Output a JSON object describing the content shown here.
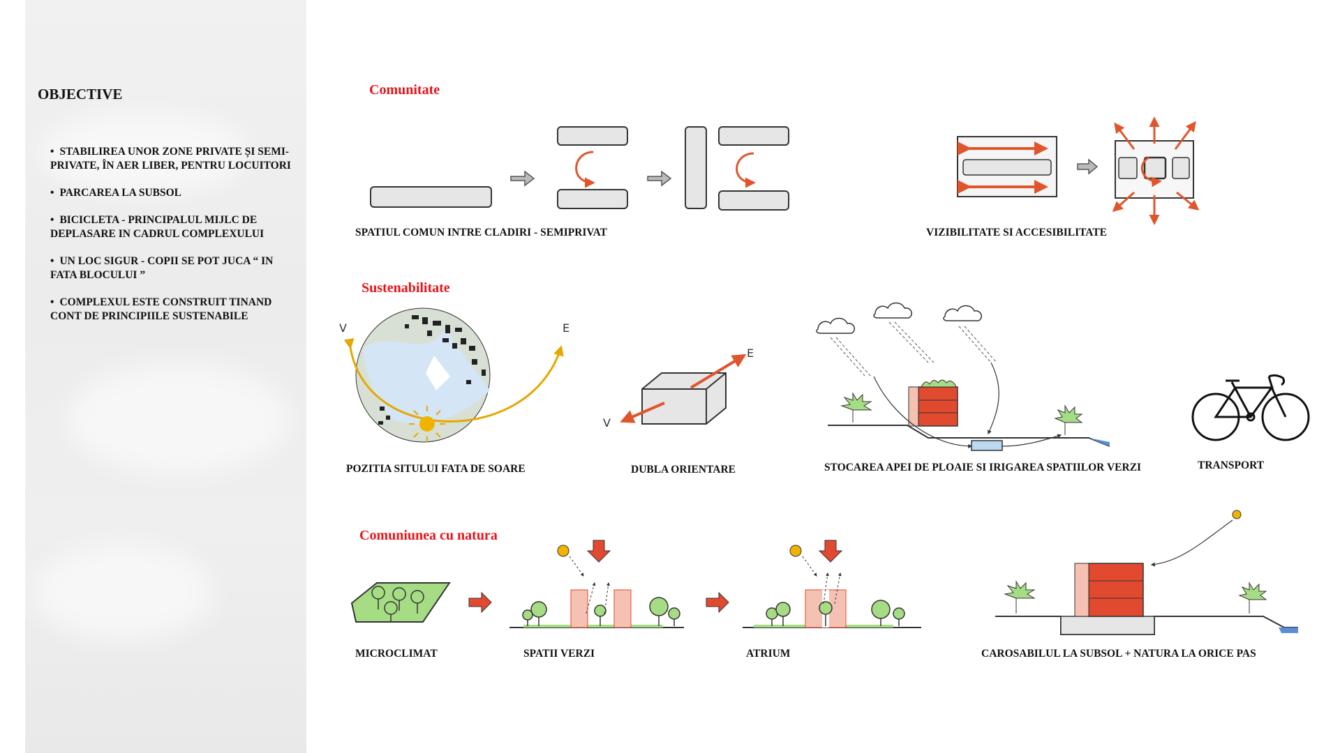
{
  "sidebar": {
    "title": "OBJECTIVE",
    "items": [
      "STABILIREA UNOR ZONE PRIVATE ȘI SEMI-PRIVATE, ÎN AER LIBER, PENTRU LOCUITORI",
      "PARCAREA LA SUBSOL",
      "BICICLETA - PRINCIPALUL MIJLC DE DEPLASARE IN CADRUL COMPLEXULUI",
      "UN LOC SIGUR - COPII SE POT JUCA “ IN FATA BLOCULUI ”",
      "COMPLEXUL ESTE CONSTRUIT  TINAND CONT DE  PRINCIPIILE SUSTENABILE"
    ]
  },
  "sections": {
    "comunitate": {
      "title": "Comunitate",
      "captions": [
        "SPATIUL COMUN INTRE CLADIRI - SEMIPRIVAT",
        "VIZIBILITATE SI ACCESIBILITATE"
      ]
    },
    "sustenabilitate": {
      "title": "Sustenabilitate",
      "captions": [
        "POZITIA SITULUI FATA DE SOARE",
        "DUBLA ORIENTARE",
        "STOCAREA APEI DE PLOAIE SI IRIGAREA SPATIILOR VERZI",
        "TRANSPORT"
      ],
      "compass": {
        "west": "V",
        "east": "E"
      }
    },
    "natura": {
      "title": "Comuniunea cu natura",
      "captions": [
        "MICROCLIMAT",
        "SPATII VERZI",
        "ATRIUM",
        "CAROSABILUL  LA SUBSOL + NATURA LA ORICE PAS"
      ]
    }
  },
  "colors": {
    "accent_red": "#e8141a",
    "arrow_orange": "#e0552b",
    "sun_yellow": "#f0b400",
    "building_red": "#e24a2f",
    "building_pink": "#f4c1b2",
    "tree_green": "#a6dc84",
    "water_blue": "#bcd9f0",
    "block_gray": "#e6e6e6"
  }
}
